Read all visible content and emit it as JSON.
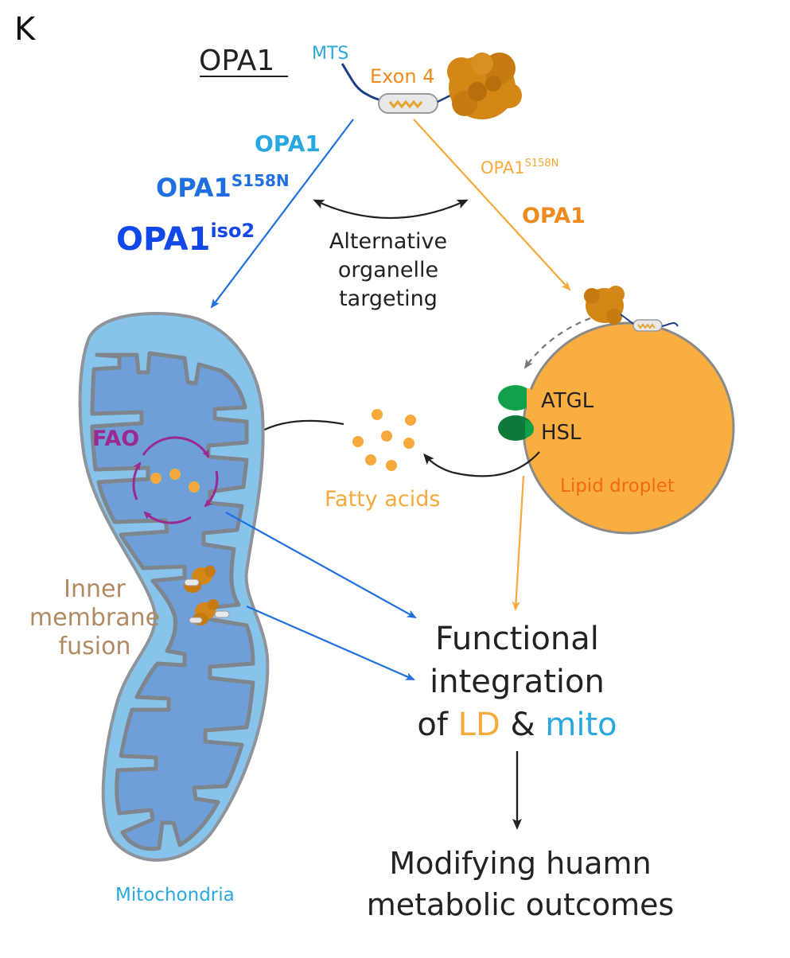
{
  "panel_label": "K",
  "protein": {
    "title": "OPA1",
    "mts_label": "MTS",
    "exon_label": "Exon 4"
  },
  "left_branch": {
    "items": [
      {
        "base": "OPA1",
        "sup": ""
      },
      {
        "base": "OPA1",
        "sup": "S158N"
      },
      {
        "base": "OPA1",
        "sup": "iso2"
      }
    ]
  },
  "right_branch": {
    "items": [
      {
        "base": "OPA1",
        "sup": "S158N"
      },
      {
        "base": "OPA1",
        "sup": ""
      }
    ]
  },
  "targeting_label": [
    "Alternative",
    "organelle",
    "targeting"
  ],
  "lipid_droplet": {
    "label": "Lipid droplet",
    "enzymes": [
      "ATGL",
      "HSL"
    ]
  },
  "fatty_acids_label": "Fatty acids",
  "mitochondria": {
    "label": "Mitochondria",
    "fao_label": "FAO",
    "fusion_label": [
      "Inner",
      "membrane",
      "fusion"
    ]
  },
  "integration": {
    "line1": "Functional",
    "line2": "integration",
    "prefix": "of",
    "ld": "LD",
    "amp": "&",
    "mito": "mito"
  },
  "outcome": [
    "Modifying huamn",
    "metabolic outcomes"
  ],
  "colors": {
    "light_blue": "#29A8E0",
    "mid_blue": "#1F6FE0",
    "dark_blue": "#1247E8",
    "orange": "#F7A93B",
    "dark_orange": "#EE8B1F",
    "lipid_fill": "#F9AE3F",
    "lipid_text": "#F06A12",
    "mito_outer": "#88C3EC",
    "mito_inner": "#6F9FD8",
    "mito_membrane": "#7E858D",
    "fao_purple": "#9B2A8E",
    "fusion_tan": "#B08A63",
    "protein_brown": "#D48616",
    "enzyme_green": "#12A04A"
  }
}
